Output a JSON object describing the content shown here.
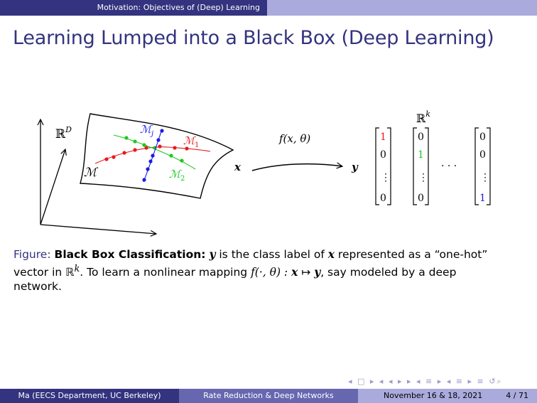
{
  "header": {
    "section": "Motivation: Objectives of (Deep) Learning"
  },
  "slide": {
    "title": "Learning Lumped into a Black Box (Deep Learning)"
  },
  "diagram": {
    "space_label": "ℝ",
    "space_sup": "D",
    "manifold_label": "ℳ",
    "submanifold_j": "ℳ",
    "submanifold_j_sub": "j",
    "submanifold_1": "ℳ",
    "submanifold_1_sub": "1",
    "submanifold_2": "ℳ",
    "submanifold_2_sub": "2",
    "input_label": "x",
    "mapping_label": "f(x, θ)",
    "output_label": "y",
    "target_space": "ℝ",
    "target_sup": "k",
    "ellipsis": "· · ·",
    "onehot_vectors": [
      [
        "1",
        "0",
        "⋮",
        "0"
      ],
      [
        "0",
        "1",
        "⋮",
        "0"
      ],
      [
        "0",
        "0",
        "⋮",
        "1"
      ]
    ],
    "colors": {
      "red": "#e8191e",
      "green": "#1fc81f",
      "blue": "#1a1ae8"
    }
  },
  "caption": {
    "label": "Figure:",
    "bold": "Black Box Classification:",
    "y": "y",
    "t1": " is the class label of ",
    "x": "x",
    "t2": " represented as a “one-hot” vector in ",
    "R": "ℝ",
    "k": "k",
    "t3": ". To learn a nonlinear mapping ",
    "f": "f(·, θ) : ",
    "arrow": " ↦ ",
    "t4": ", say modeled by a deep network."
  },
  "footer": {
    "author": "Ma  (EECS Department, UC Berkeley)",
    "talk": "Rate Reduction & Deep Networks",
    "date": "November 16 & 18, 2021",
    "page": "4 / 71"
  },
  "nav": {
    "icons": "◂ □ ▸  ◂ ◂ ▸ ▸  ◂ ≡ ▸  ◂ ≡ ▸   ≡   ↺⌕"
  }
}
